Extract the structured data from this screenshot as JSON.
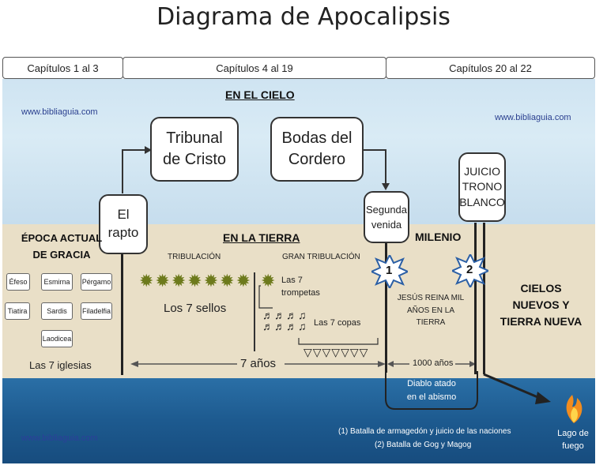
{
  "title": "Diagrama de Apocalipsis",
  "chapters": [
    "Capítulos 1 al 3",
    "Capítulos 4 al 19",
    "Capítulos 20 al 22"
  ],
  "website": "www.bibliaguia.com",
  "heaven_heading": "EN EL CIELO",
  "earth_heading": "EN LA TIERRA",
  "boxes": {
    "rapto": "El rapto",
    "tribunal": "Tribunal de Cristo",
    "bodas": "Bodas del Cordero",
    "segunda": "Segunda venida",
    "juicio": "JUICIO TRONO BLANCO"
  },
  "epoch": {
    "title": "ÉPOCA ACTUAL DE GRACIA",
    "churches": [
      "Éfeso",
      "Esmirna",
      "Pérgamo",
      "Tiatira",
      "Sardis",
      "Filadelfia",
      "Laodicea"
    ],
    "caption": "Las 7 iglesias"
  },
  "tribulacion": {
    "label": "TRIBULACIÓN",
    "seals": "Los 7 sellos"
  },
  "gran_tribulacion": {
    "label": "GRAN TRIBULACIÓN",
    "trumpets": "Las 7 trompetas",
    "bowls": "Las 7 copas"
  },
  "years7": "7 años",
  "milenio": {
    "label": "MILENIO",
    "text": "JESÚS REINA MIL AÑOS EN LA TIERRA",
    "years": "1000 años"
  },
  "markers": [
    "1",
    "2"
  ],
  "final": "CIELOS NUEVOS Y TIERRA NUEVA",
  "abismo": "Diablo atado en el abismo",
  "notes": [
    "(1)  Batalla de armagedón y juicio de las naciones",
    "(2)  Batalla de Gog y Magog"
  ],
  "lago": "Lago de fuego",
  "colors": {
    "sky": "#d9ebf5",
    "ground": "#e9dfc7",
    "sea": "#1d5a8f",
    "star": "#6d7a1c"
  }
}
